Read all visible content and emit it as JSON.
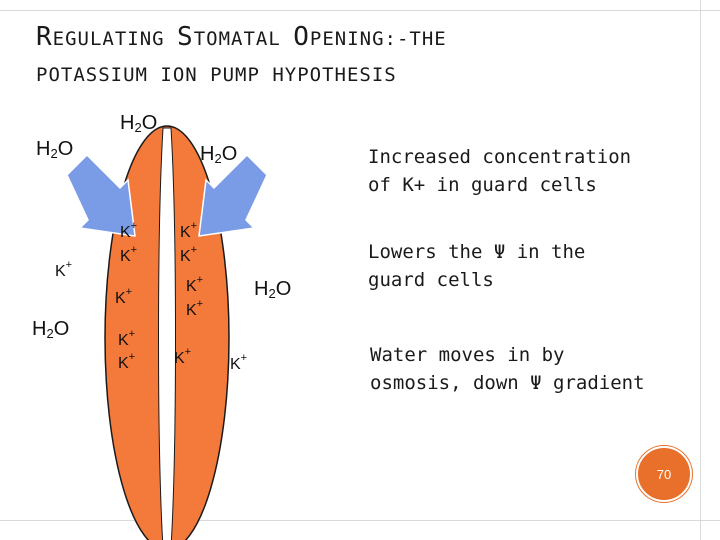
{
  "slide": {
    "title_line1_parts": [
      {
        "cap": "R",
        "rest": "EGULATING "
      },
      {
        "cap": "S",
        "rest": "TOMATAL "
      },
      {
        "cap": "O",
        "rest": "PENING:-THE"
      }
    ],
    "title_line2": "POTASSIUM ION PUMP HYPOTHESIS",
    "page_number": "70"
  },
  "labels": {
    "water_base": "H",
    "water_sub": "2",
    "water_end": "O",
    "potassium_base": "K",
    "potassium_sup": "+"
  },
  "notes": [
    {
      "line1": "Increased concentration",
      "line2": "of K+ in guard cells"
    },
    {
      "line1": "Lowers the Ψ in the",
      "line2": "guard cells"
    },
    {
      "line1": "Water moves in by",
      "line2": "osmosis, down Ψ gradient"
    }
  ],
  "colors": {
    "guard_cell_fill": "#f47a3c",
    "stomatal_pore": "#ffffff",
    "arrow_fill": "#7a9be6",
    "badge": "#e8702a"
  }
}
